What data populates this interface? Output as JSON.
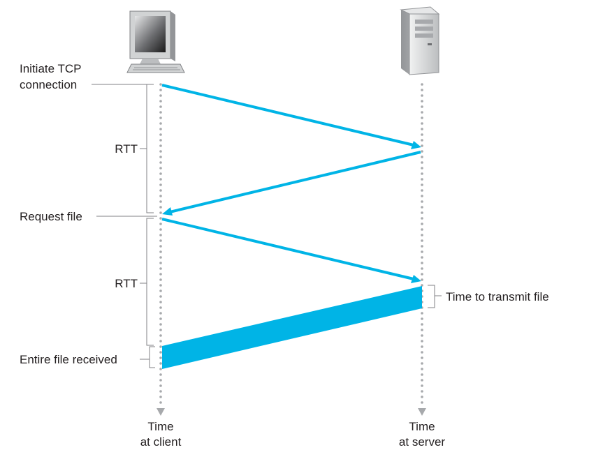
{
  "labels": {
    "initiate_line1": "Initiate TCP",
    "initiate_line2": "connection",
    "rtt_1": "RTT",
    "request_file": "Request file",
    "rtt_2": "RTT",
    "entire_file_received": "Entire file received",
    "time_to_transmit_file": "Time to transmit file",
    "client_axis_line1": "Time",
    "client_axis_line2": "at client",
    "server_axis_line1": "Time",
    "server_axis_line2": "at server"
  },
  "icons": {
    "client": "desktop-computer-icon",
    "server": "tower-server-icon"
  },
  "colors": {
    "message": "#00b4e6",
    "timeline": "#a7a9ac",
    "bracket": "#808285",
    "text": "#231f20"
  }
}
